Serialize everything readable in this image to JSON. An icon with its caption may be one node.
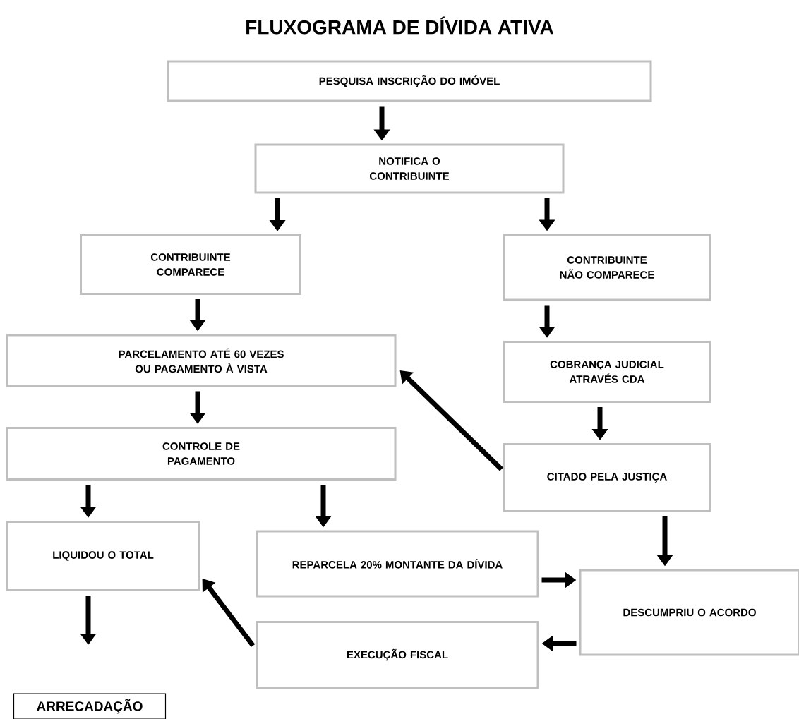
{
  "diagram": {
    "title": "FLUXOGRAMA DE DÍVIDA ATIVA",
    "nodes": [
      {
        "text": [
          "PESQUISA INSCRIÇÃO DO IMÓVEL"
        ]
      },
      {
        "text": [
          "NOTIFICA O CONTRIBUINTE"
        ]
      },
      {
        "text": [
          "CONTRIBUINTE COMPARECE"
        ]
      },
      {
        "text": [
          "CONTRIBUINTE NÃO COMPARECE"
        ]
      },
      {
        "text": [
          "PARCELAMENTO ATÉ 60 VEZES OU PAGAMENTO À VISTA"
        ]
      },
      {
        "text": [
          "COBRANÇA JUDICIAL ATRAVÉS CDA"
        ]
      },
      {
        "text": [
          "CONTROLE DE PAGAMENTO"
        ]
      },
      {
        "text": [
          "CITADO PELA JUSTIÇA"
        ]
      },
      {
        "text": [
          "LIQUIDOU O TOTAL"
        ]
      },
      {
        "text": [
          "REPARCELA 20% MONTANTE DA DÍVIDA"
        ]
      },
      {
        "text": [
          "DESCUMPRIU O ACORDO"
        ]
      },
      {
        "text": [
          "EXECUÇÃO FISCAL"
        ]
      },
      {
        "text": [
          "ARRECADAÇÃO"
        ]
      }
    ],
    "edges": [
      {
        "from": 0,
        "to": 1,
        "arrow": "to"
      },
      {
        "from": 1,
        "to": 2,
        "arrow": "to"
      },
      {
        "from": 1,
        "to": 3,
        "arrow": "to"
      },
      {
        "from": 2,
        "to": 4,
        "arrow": "to"
      },
      {
        "from": 3,
        "to": 5,
        "arrow": "to"
      },
      {
        "from": 5,
        "to": 7,
        "arrow": "to"
      },
      {
        "from": 7,
        "to": 4,
        "arrow": "to"
      },
      {
        "from": 4,
        "to": 6,
        "arrow": "to"
      },
      {
        "from": 6,
        "to": 8,
        "arrow": "to"
      },
      {
        "from": 6,
        "to": 9,
        "arrow": "to"
      },
      {
        "from": 7,
        "to": 10,
        "arrow": "to"
      },
      {
        "from": 9,
        "to": 10,
        "arrow": "to"
      },
      {
        "from": 10,
        "to": 11,
        "arrow": "to"
      },
      {
        "from": 11,
        "to": 8,
        "arrow": "to"
      },
      {
        "from": 8,
        "to": null,
        "arrow": "to"
      }
    ]
  }
}
